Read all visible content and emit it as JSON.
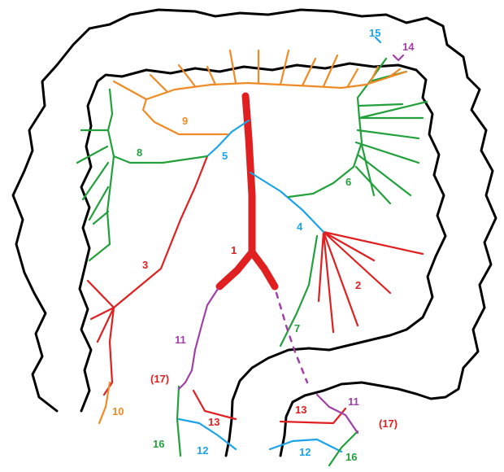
{
  "colors": {
    "red": "#e02020",
    "orange": "#f08a24",
    "green": "#22a03c",
    "blue": "#1aa3e8",
    "purple": "#a040a8",
    "black": "#000000"
  },
  "labels": {
    "n1": "1",
    "n2": "2",
    "n3": "3",
    "n4": "4",
    "n5": "5",
    "n6": "6",
    "n7": "7",
    "n8": "8",
    "n9": "9",
    "n10": "10",
    "n11_left": "11",
    "n11_right": "11",
    "n12_left": "12",
    "n12_right": "12",
    "n13_left": "13",
    "n13_right": "13",
    "n14": "14",
    "n15": "15",
    "n16_left": "16",
    "n16_right": "16",
    "n17_left": "(17)",
    "n17_right": "(17)"
  }
}
